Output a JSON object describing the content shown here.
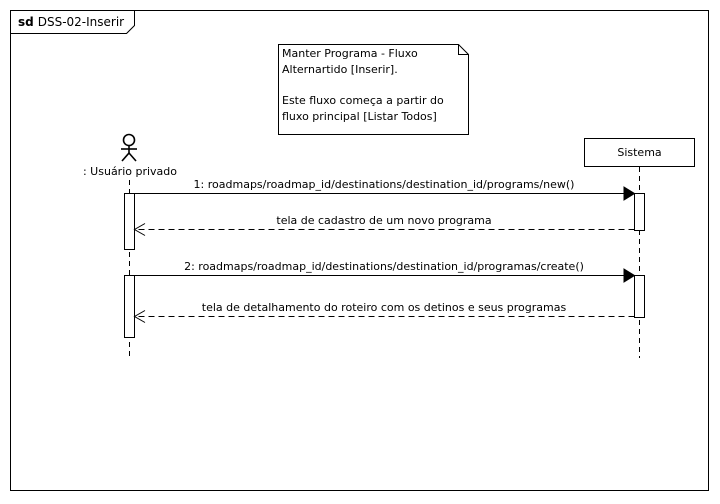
{
  "frame": {
    "keyword": "sd",
    "name": "DSS-02-Inserir"
  },
  "note": {
    "lines": [
      "Manter Programa - Fluxo",
      "Alternartido [Inserir].",
      "",
      "Este fluxo começa a partir do",
      "fluxo principal [Listar Todos]"
    ]
  },
  "lifelines": {
    "actor": {
      "label": ": Usuário privado",
      "icon": "stick-figure-actor-icon"
    },
    "system": {
      "label": "Sistema"
    }
  },
  "messages": [
    {
      "type": "call",
      "text": "1: roadmaps/roadmap_id/destinations/destination_id/programs/new()"
    },
    {
      "type": "return",
      "text": "tela de cadastro de um novo programa"
    },
    {
      "type": "call",
      "text": "2: roadmaps/roadmap_id/destinations/destination_id/programas/create()"
    },
    {
      "type": "return",
      "text": "tela de detalhamento do roteiro com os detinos e seus programas"
    }
  ]
}
